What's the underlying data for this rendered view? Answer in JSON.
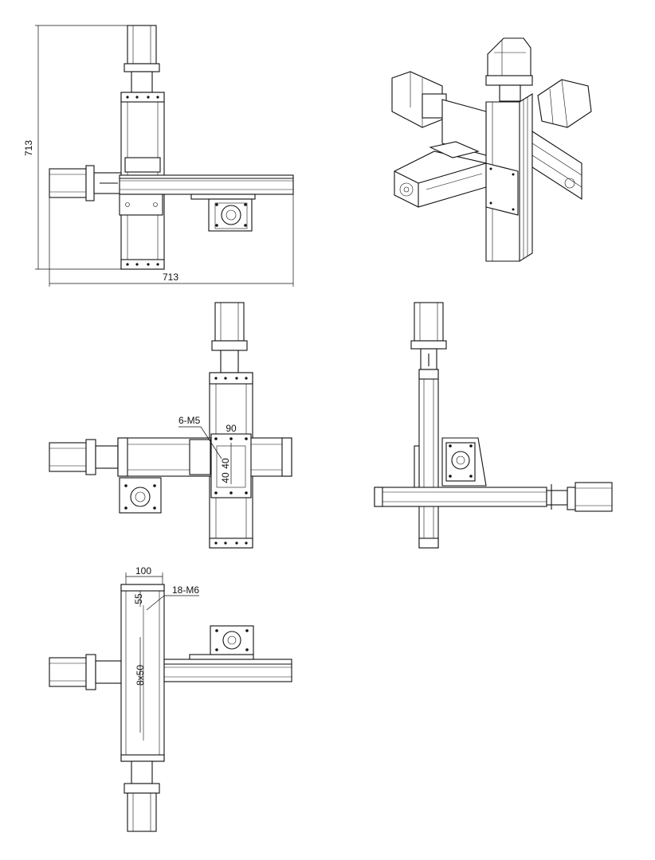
{
  "views": {
    "top_view": {
      "dim_height": "713",
      "dim_width": "713"
    },
    "bottom_left_view": {
      "hole_spec": "6-M5",
      "dim_90": "90",
      "dim_40_a": "40",
      "dim_40_b": "40"
    },
    "side_view": {},
    "bottom_view": {
      "dim_100": "100",
      "hole_spec": "18-M6",
      "dim_55": "55",
      "dim_pitch": "8x50"
    }
  }
}
